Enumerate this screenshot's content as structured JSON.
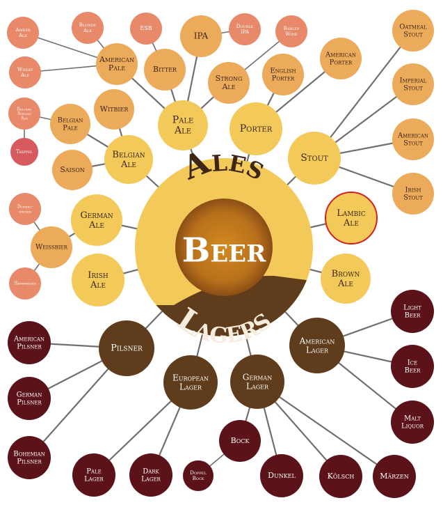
{
  "center": {
    "top_label": "Ales",
    "middle_label": "Beer",
    "bottom_label": "Lagers"
  },
  "colors": {
    "ale_primary": "#f3c95a",
    "ale_secondary": "#ecaa5b",
    "ale_tertiary": "#e8896a",
    "ale_red": "#d65a5e",
    "lager_primary": "#5e3c1c",
    "lager_secondary": "#5b1218",
    "highlight_outline": "#d21f1f",
    "link": "#6f6f6f"
  },
  "ales": {
    "pale_ale": "Pale Ale",
    "porter": "Porter",
    "stout": "Stout",
    "belgian_ale": "Belgian Ale",
    "german_ale": "German Ale",
    "irish_ale": "Irish Ale",
    "lambic_ale": "Lambic Ale",
    "brown_ale": "Brown Ale",
    "american_pale": "American Pale",
    "bitter": "Bitter",
    "esb": "ESB",
    "ipa": "IPA",
    "double_ipa": "Double IPA",
    "barley_wine": "Barley Wine",
    "strong_ale": "Strong Ale",
    "english_porter": "English Porter",
    "american_porter": "American Porter",
    "oatmeal_stout": "Oatmeal Stout",
    "imperial_stout": "Imperial Stout",
    "american_stout": "American Stout",
    "irish_stout": "Irish Stout",
    "amber_ale": "Amber Ale",
    "blonde_ale": "Blonde Ale",
    "wheat_ale": "Wheat Ale",
    "belgian_strong_ale": "Belgian Strong Ale",
    "belgian_pale": "Belgian Pale",
    "witbier": "Witbier",
    "saison": "Saison",
    "trippel": "Trippel",
    "weissbier": "Weissbier",
    "dunkelweizen": "Dunkel-weizen",
    "hefeweizen": "Hefeweizen"
  },
  "lagers": {
    "pilsner": "Pilsner",
    "european_lager": "European Lager",
    "german_lager": "German Lager",
    "american_lager": "American Lager",
    "american_pilsner": "American Pilsner",
    "german_pilsner": "German Pilsner",
    "bohemian_pilsner": "Bohemian Pilsner",
    "pale_lager": "Pale Lager",
    "dark_lager": "Dark Lager",
    "doppelbock": "Doppel Bock",
    "bock": "Bock",
    "dunkel": "Dunkel",
    "kolsch": "Kölsch",
    "marzen": "Märzen",
    "light_beer": "Light Beer",
    "ice_beer": "Ice Beer",
    "malt_liquor": "Malt Liquor"
  }
}
